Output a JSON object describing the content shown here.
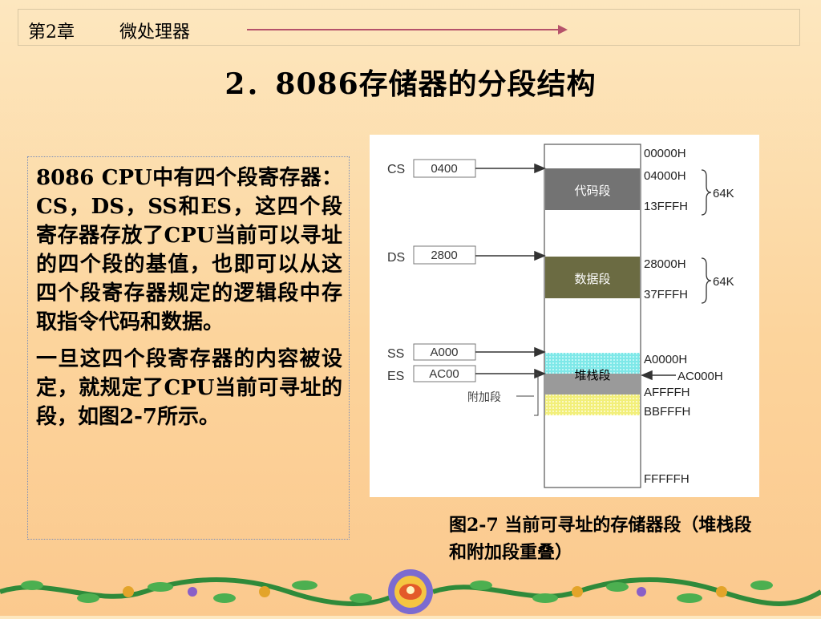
{
  "header": {
    "chapter": "第2章",
    "chapter_title": "微处理器"
  },
  "title": "2．8086存储器的分段结构",
  "text": {
    "para1": "8086 CPU中有四个段寄存器：CS，DS，SS和ES，这四个段寄存器存放了CPU当前可以寻址的四个段的基值，也即可以从这四个段寄存器规定的逻辑段中存取指令代码和数据。",
    "para2": "一旦这四个段寄存器的内容被设定，就规定了CPU当前可寻址的段，如图2-7所示。"
  },
  "diagram": {
    "registers": [
      {
        "name": "CS",
        "value": "0400"
      },
      {
        "name": "DS",
        "value": "2800"
      },
      {
        "name": "SS",
        "value": "A000"
      },
      {
        "name": "ES",
        "value": "AC00"
      }
    ],
    "segments": {
      "code": "代码段",
      "data": "数据段",
      "stack": "堆栈段",
      "extra": "附加段"
    },
    "addresses": {
      "a0": "00000H",
      "a1": "04000H",
      "a2": "13FFFH",
      "a3": "28000H",
      "a4": "37FFFH",
      "a5": "A0000H",
      "a6": "AC000H",
      "a7": "AFFFFH",
      "a8": "BBFFFH",
      "a9": "FFFFFH"
    },
    "size_labels": {
      "code": "64K",
      "data": "64K"
    },
    "colors": {
      "code_segment": "#737373",
      "data_segment": "#6b6b42",
      "stack_segment": "#7ee8e8",
      "extra_segment": "#f2ef7a",
      "overlap": "#9a9a9a"
    }
  },
  "caption": "图2-7  当前可寻址的存储器段（堆栈段和附加段重叠）"
}
